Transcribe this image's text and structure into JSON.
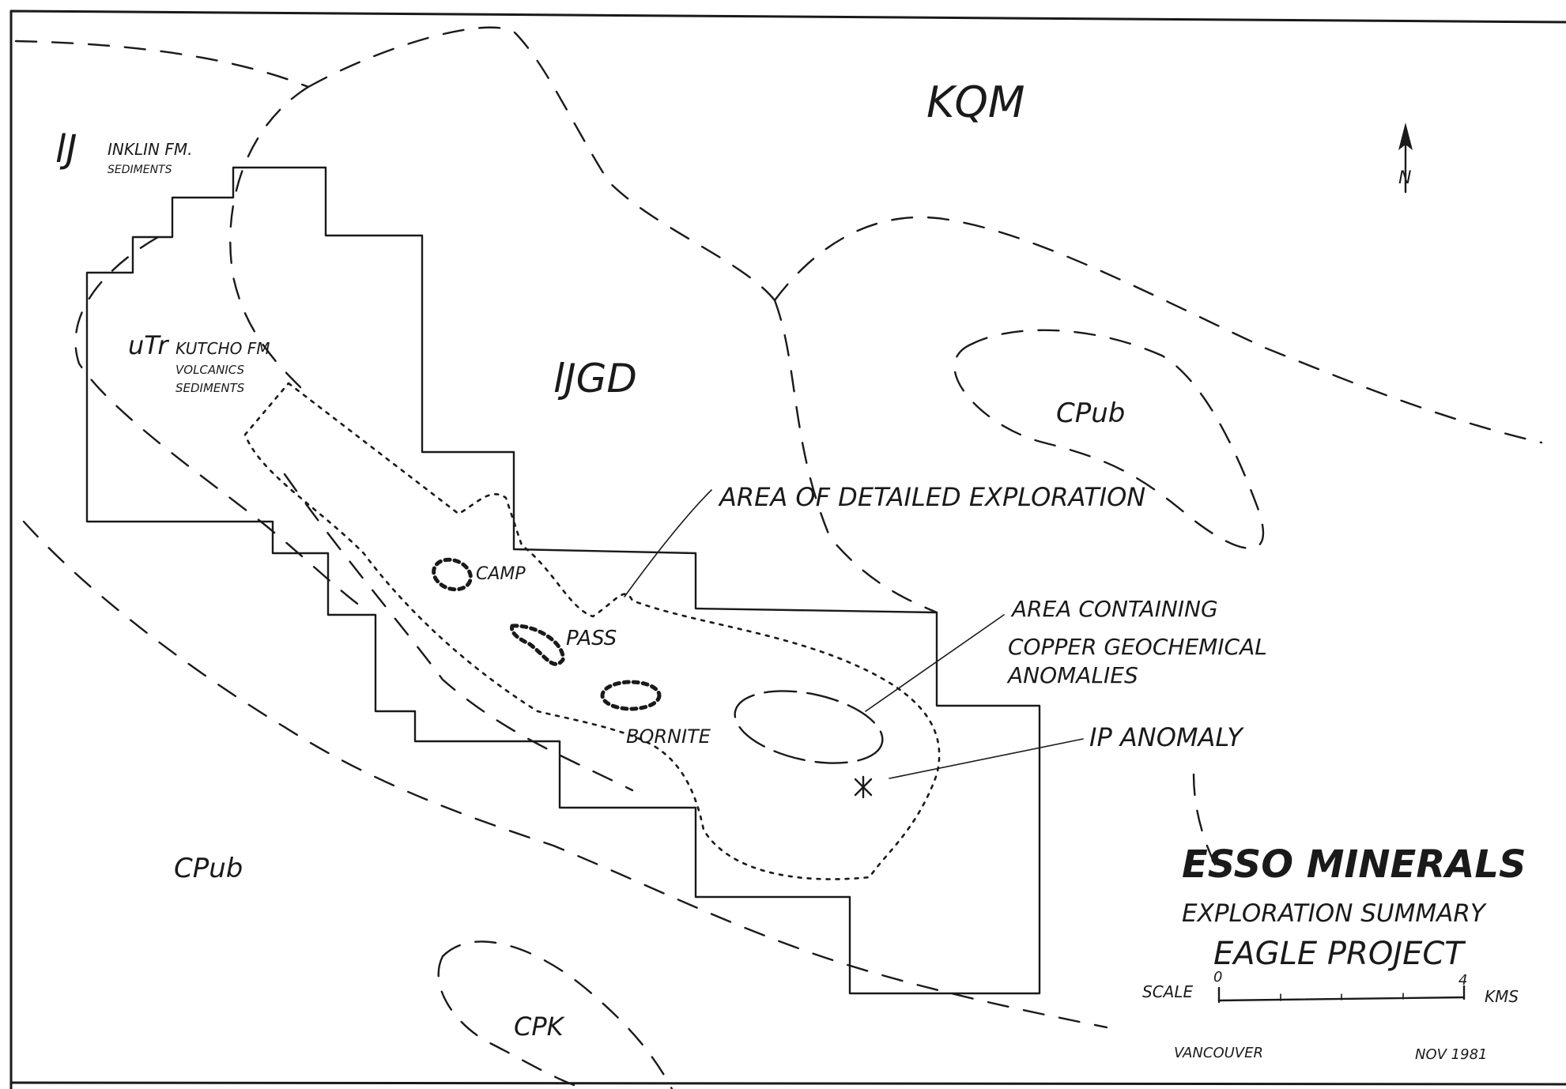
{
  "map": {
    "units": {
      "kqm": "KQM",
      "ljgd": "lJGD",
      "cpub_east": "CPub",
      "cpub_south": "CPub",
      "cpk": "CPK"
    },
    "formations": {
      "inklin_symbol": "lJ",
      "inklin_line1": "INKLIN FM.",
      "inklin_line2": "SEDIMENTS",
      "kutcho_symbol": "uTr",
      "kutcho_line1": "KUTCHO FM",
      "kutcho_line2": "VOLCANICS",
      "kutcho_line3": "SEDIMENTS"
    },
    "zones": {
      "camp": "CAMP",
      "pass": "PASS",
      "bornite": "BORNITE"
    },
    "annotations": {
      "detailed": "AREA OF DETAILED EXPLORATION",
      "copper_line1": "AREA CONTAINING",
      "copper_line2": "COPPER GEOCHEMICAL",
      "copper_line3": "ANOMALIES",
      "ip": "IP ANOMALY"
    },
    "north_label": "N",
    "title_block": {
      "company": "ESSO MINERALS",
      "subtitle": "EXPLORATION SUMMARY",
      "project": "EAGLE PROJECT",
      "scale_label": "SCALE",
      "scale_min": "0",
      "scale_max": "4",
      "scale_unit": "KMS",
      "office": "VANCOUVER",
      "date": "NOV 1981"
    }
  }
}
